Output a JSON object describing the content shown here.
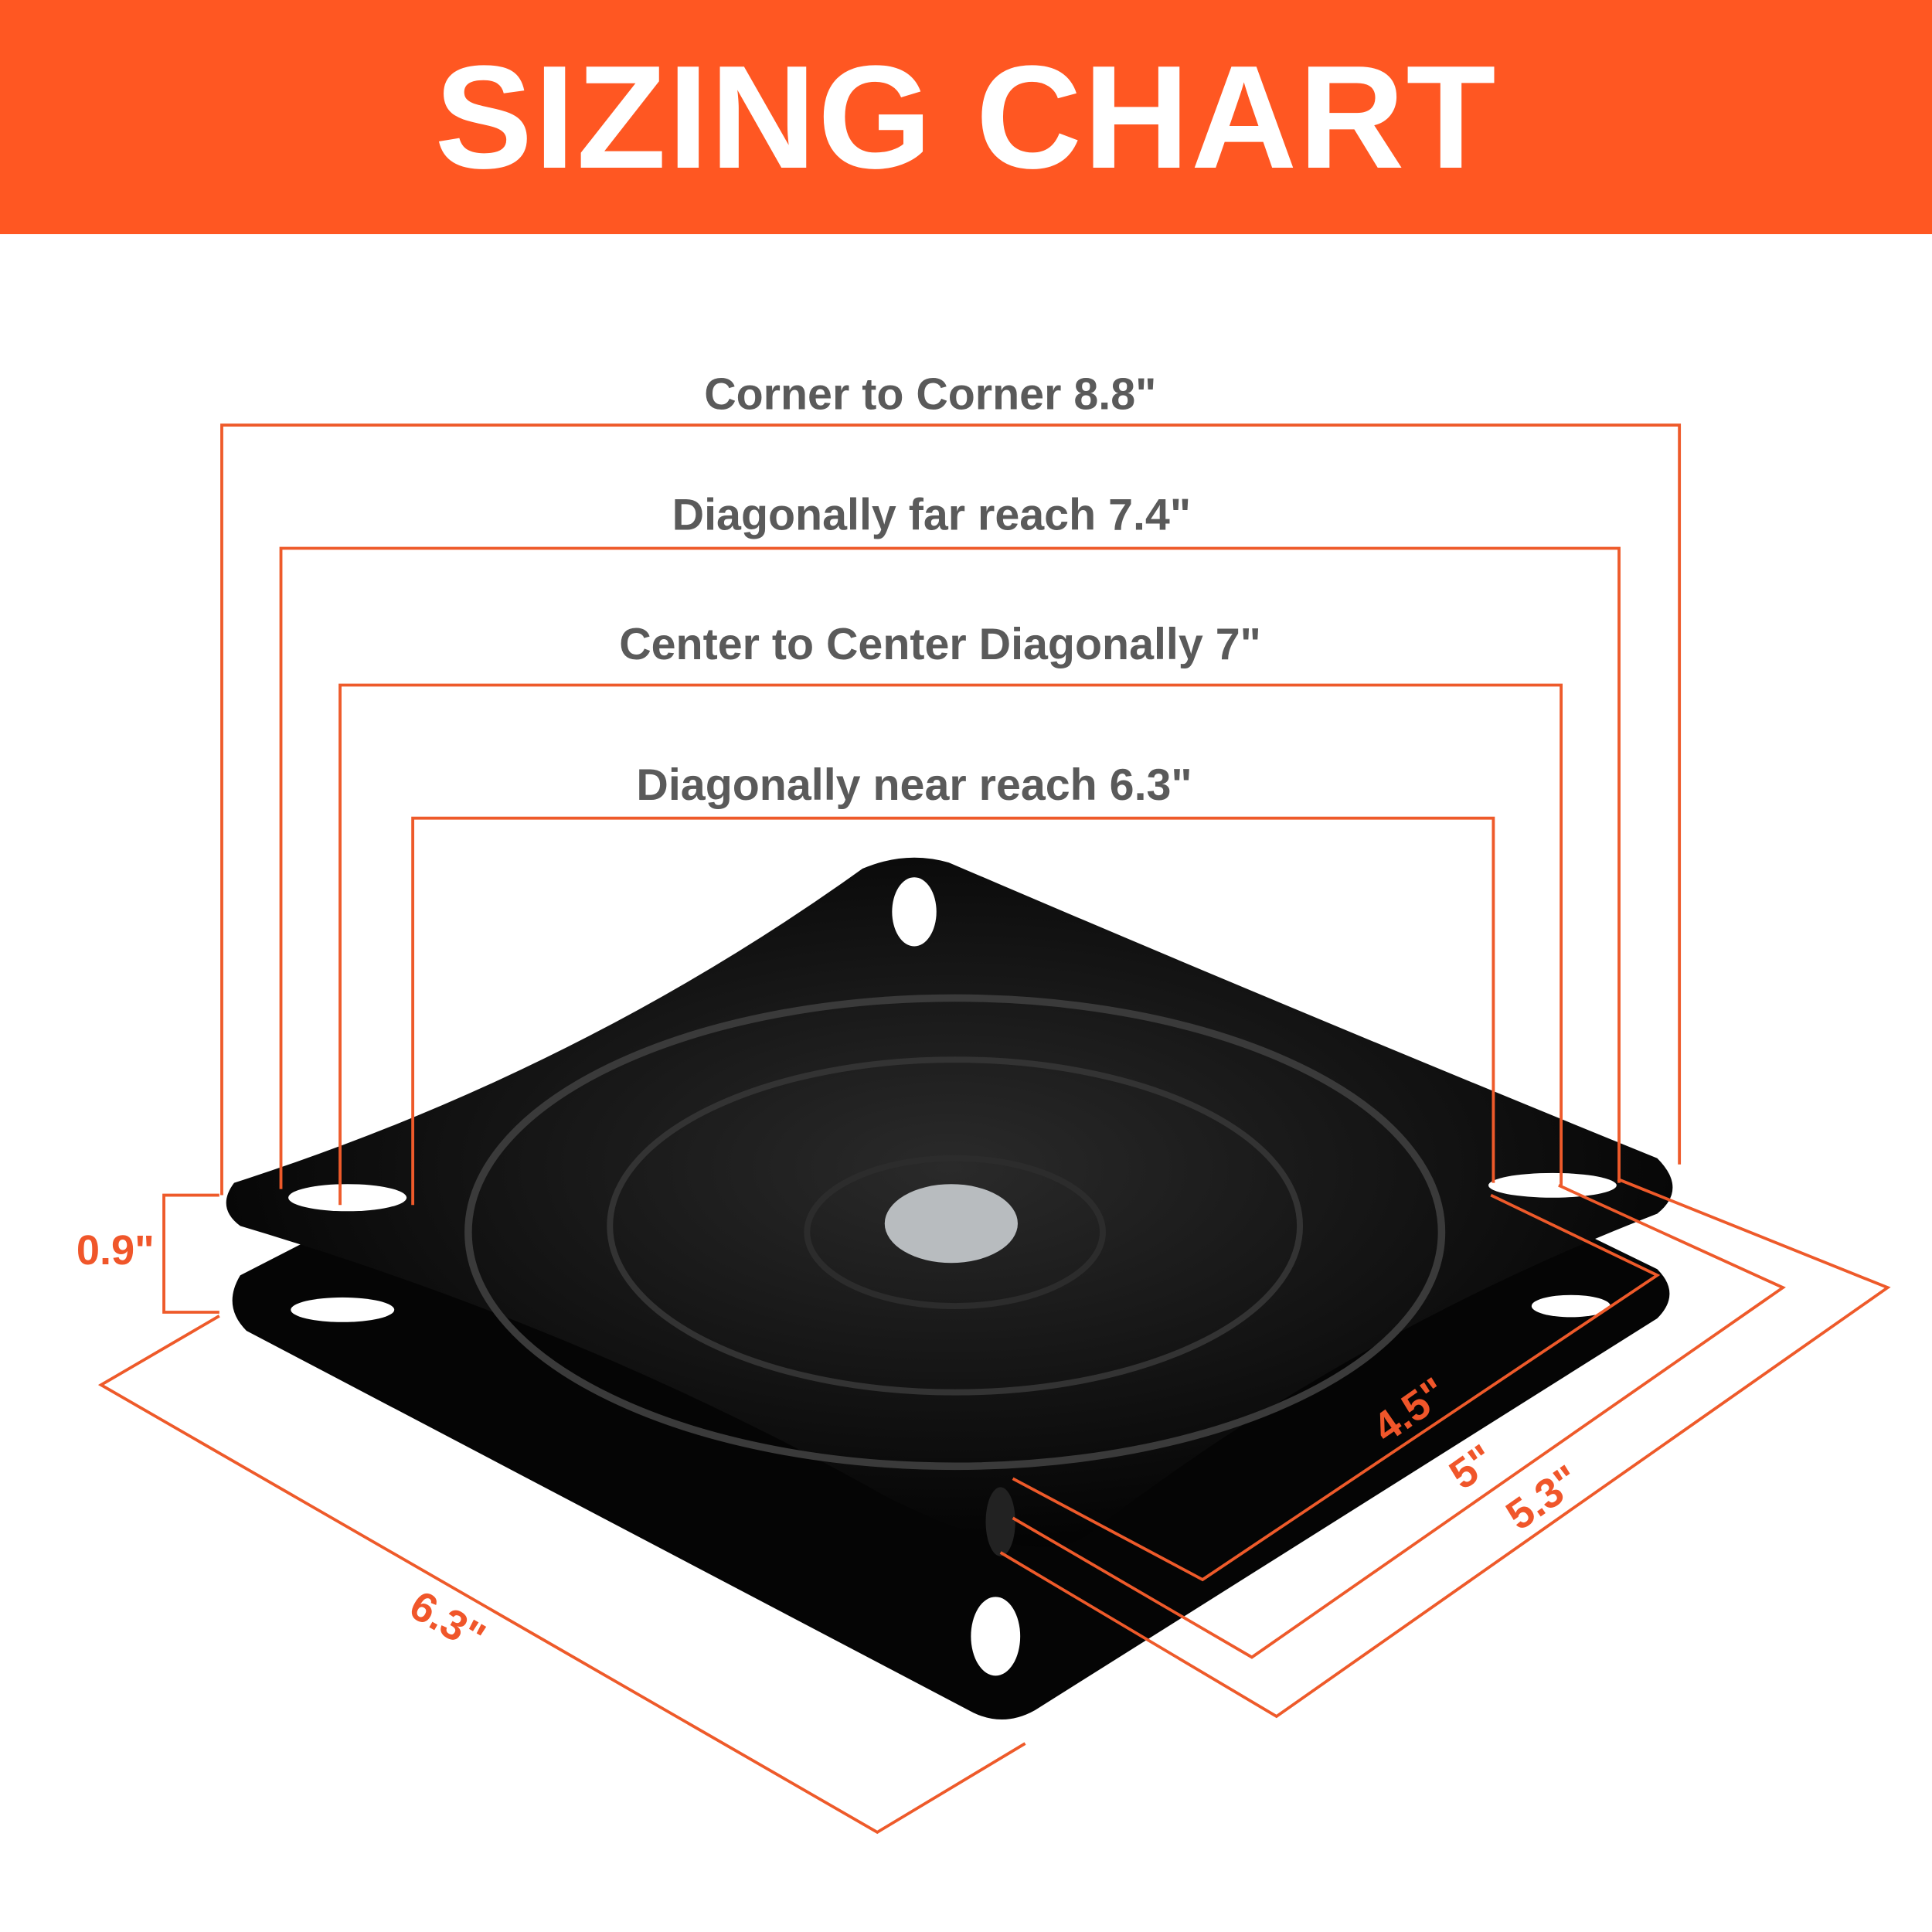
{
  "header": {
    "title": "SIZING CHART"
  },
  "measurements": {
    "corner_to_corner": "Corner to Corner 8.8\"",
    "far_reach": "Diagonally far reach 7.4\"",
    "center_to_center": "Center to Center Diagonally 7\"",
    "near_reach": "Diagonally near reach 6.3\"",
    "height": "0.9\"",
    "side": "6.3\"",
    "hole_inner": "4.5\"",
    "hole_center": "5\"",
    "hole_outer": "5.3\""
  },
  "colors": {
    "accent": "#FF5722",
    "label": "#5a5a5a",
    "product": "#0d0d0d"
  }
}
